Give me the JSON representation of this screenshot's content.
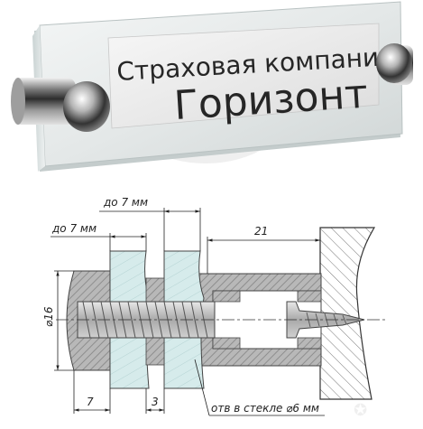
{
  "sign": {
    "line1": "Страховая компания",
    "line2": "Горизонт"
  },
  "drawing": {
    "dim_glass_outer": "до 7 мм",
    "dim_glass_inner": "до 7 мм",
    "dim_depth": "21",
    "dim_diameter": "⌀16",
    "dim_cap": "7",
    "dim_gap": "3",
    "hole_note": "отв в стекле ⌀6 мм"
  },
  "colors": {
    "hatch": "#9a9a9a",
    "glass": "#d7ecec",
    "text": "#262626"
  }
}
